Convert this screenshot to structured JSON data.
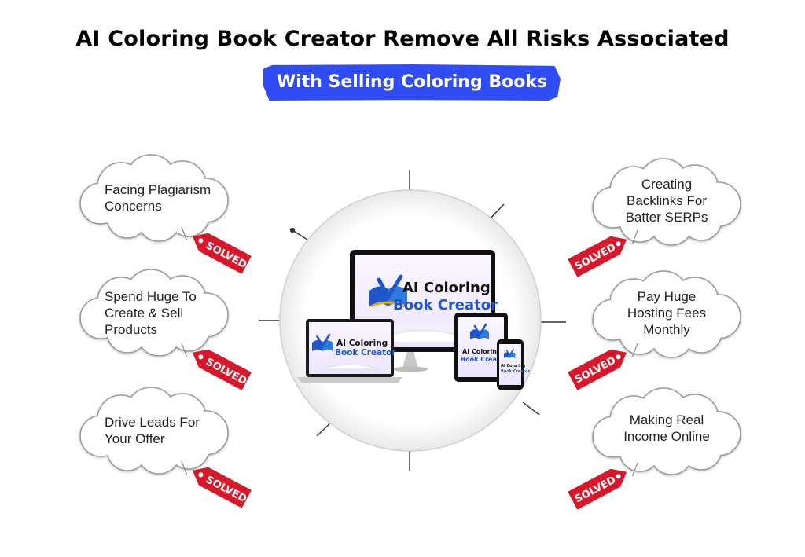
{
  "header": {
    "title": "AI Coloring Book Creator Remove All Risks Associated",
    "highlight": "With Selling Coloring Books"
  },
  "product": {
    "name_line1": "AI Coloring",
    "name_line2": "Book Creator"
  },
  "tag_label": "SOLVED",
  "colors": {
    "highlight_bg": "#2f4cf5",
    "tag_red": "#d7182a",
    "logo_blue": "#1f56c9"
  },
  "problems_left": [
    {
      "lines": [
        "Facing Plagiarism",
        "Concerns"
      ]
    },
    {
      "lines": [
        "Spend Huge To",
        "Create & Sell",
        "Products"
      ]
    },
    {
      "lines": [
        "Drive Leads For",
        "Your Offer"
      ]
    }
  ],
  "problems_right": [
    {
      "lines": [
        "Creating",
        "Backlinks For",
        "Batter SERPs"
      ]
    },
    {
      "lines": [
        "Pay Huge",
        "Hosting Fees",
        "Monthly"
      ]
    },
    {
      "lines": [
        "Making Real",
        "Income Online"
      ]
    }
  ]
}
